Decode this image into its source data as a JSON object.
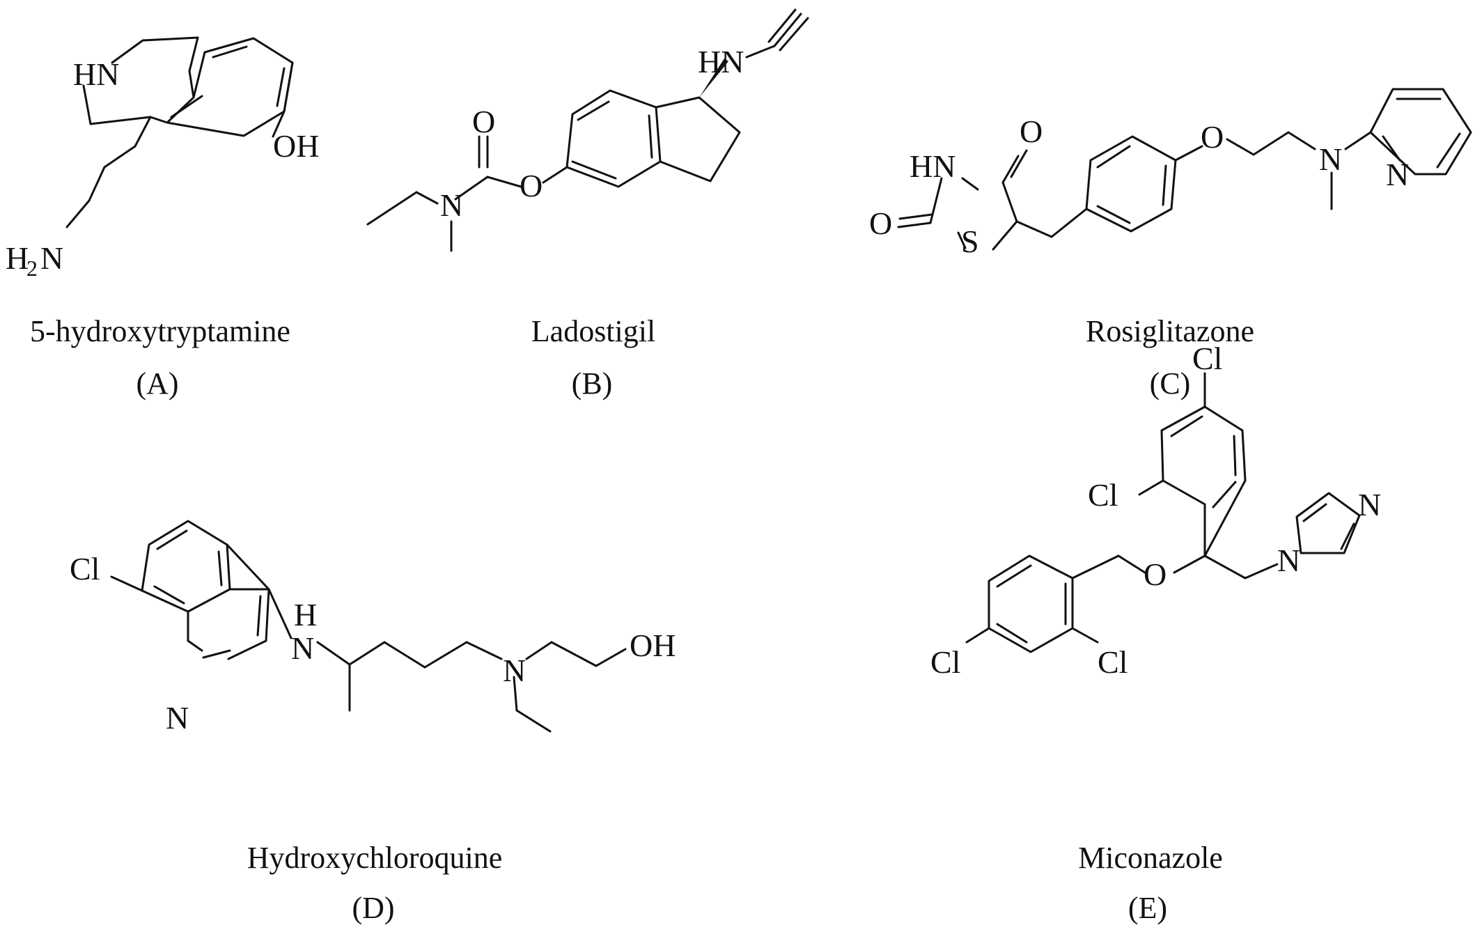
{
  "compounds": [
    {
      "name": "5-hydroxytryptamine",
      "letter": "(A)"
    },
    {
      "name": "Ladostigil",
      "letter": "(B)"
    },
    {
      "name": "Rosiglitazone",
      "letter": "(C)"
    },
    {
      "name": "Hydroxychloroquine",
      "letter": "(D)"
    },
    {
      "name": "Miconazole",
      "letter": "(E)"
    }
  ],
  "atoms": {
    "a_hn": "HN",
    "a_oh": "OH",
    "a_h2": "H",
    "a_2": "2",
    "a_n": "N",
    "b_hn": "HN",
    "b_o1": "O",
    "b_o2": "O",
    "b_n": "N",
    "c_hn": "HN",
    "c_o1": "O",
    "c_o2": "O",
    "c_s": "S",
    "c_o3": "O",
    "c_n1": "N",
    "c_n2": "N",
    "d_cl": "Cl",
    "d_h": "H",
    "d_n1": "N",
    "d_n2": "N",
    "d_n3": "N",
    "d_oh": "OH",
    "e_cl1": "Cl",
    "e_cl2": "Cl",
    "e_cl3": "Cl",
    "e_cl4": "Cl",
    "e_o": "O",
    "e_n1": "N",
    "e_n2": "N"
  }
}
